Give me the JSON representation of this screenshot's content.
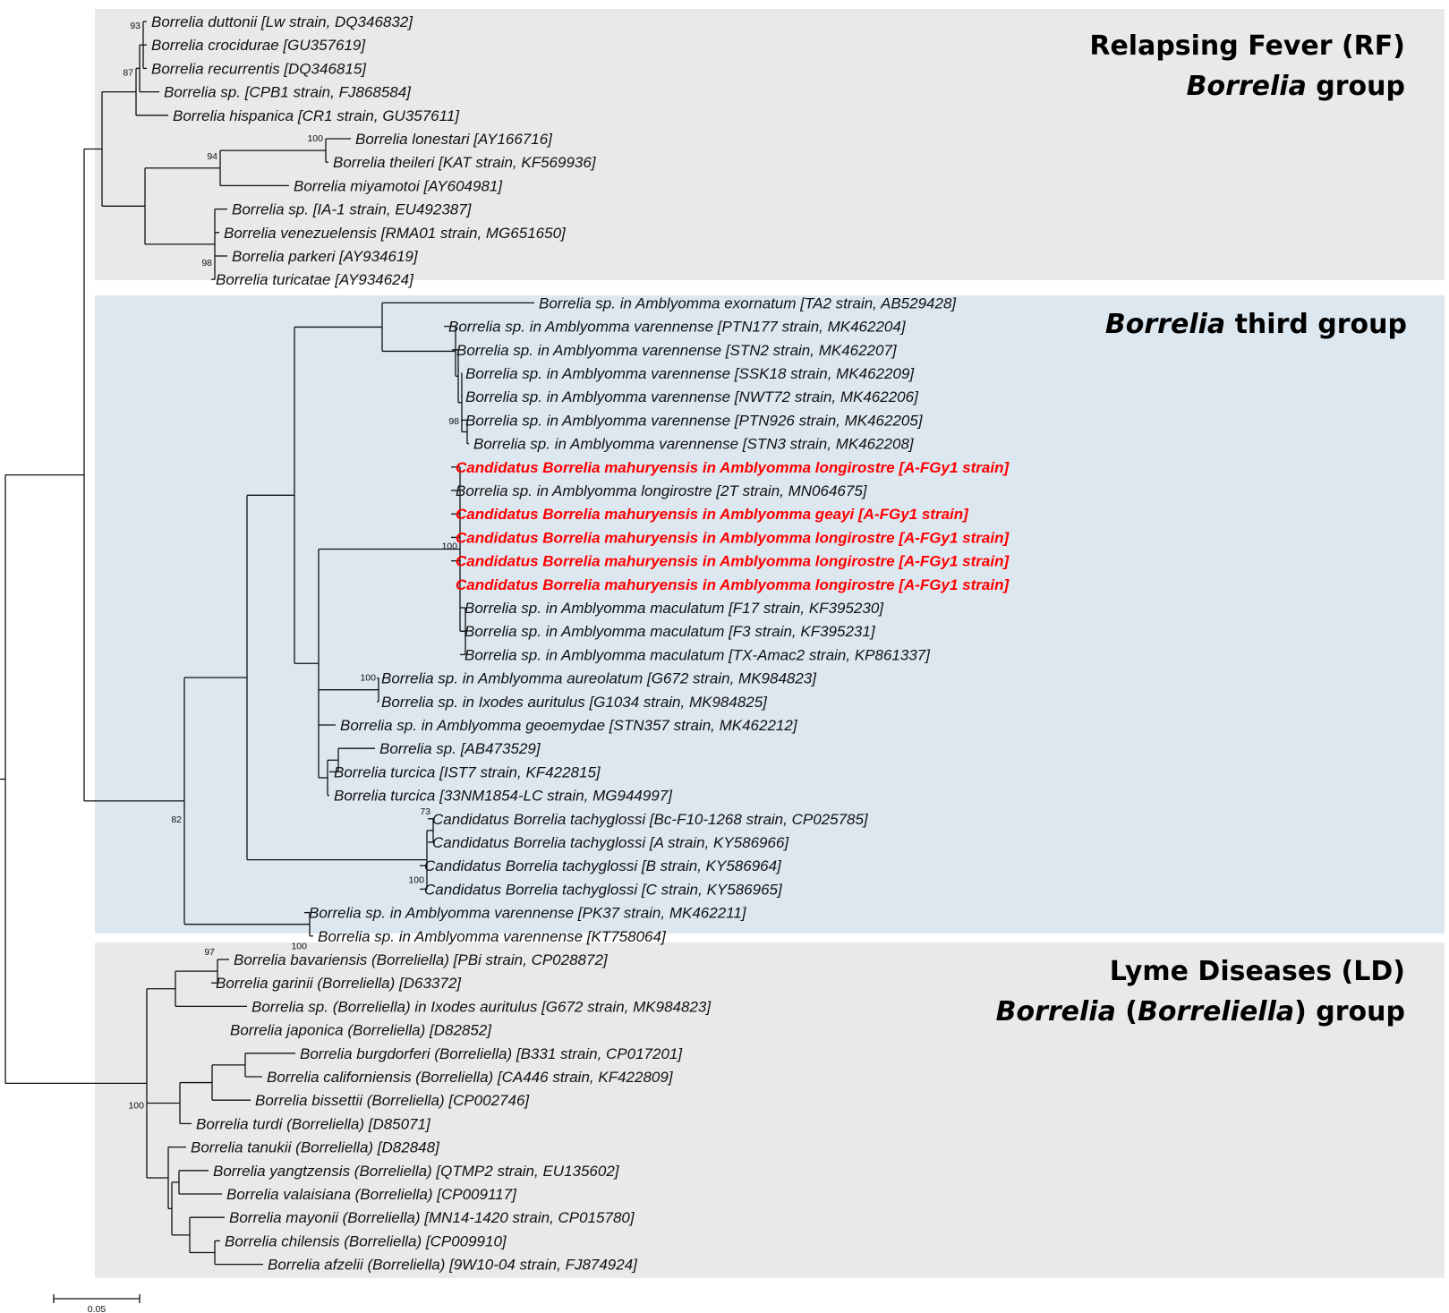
{
  "colors": {
    "highlight": "#ff0000",
    "rf_background": "#e9e9e9",
    "third_background": "#dde7f0",
    "ld_background": "#e9e9e9"
  },
  "groups": {
    "rf": {
      "line1": "Relapsing Fever (RF)",
      "line2_italic": "Borrelia",
      "line2_rest": " group"
    },
    "third": {
      "italic": "Borrelia",
      "rest": " third group"
    },
    "ld": {
      "line1": "Lyme Diseases (LD)",
      "line2_a": "Borrelia",
      "line2_b": " (",
      "line2_c": "Borreliella",
      "line2_d": ") group"
    }
  },
  "taxa": [
    {
      "label": "Borrelia duttonii [Lw strain, DQ346832]"
    },
    {
      "label": "Borrelia crocidurae [GU357619]"
    },
    {
      "label": "Borrelia recurrentis [DQ346815]"
    },
    {
      "label": "Borrelia sp. [CPB1 strain, FJ868584]"
    },
    {
      "label": "Borrelia hispanica [CR1 strain, GU357611]"
    },
    {
      "label": "Borrelia lonestari [AY166716]"
    },
    {
      "label": "Borrelia theileri [KAT strain, KF569936]"
    },
    {
      "label": "Borrelia miyamotoi [AY604981]"
    },
    {
      "label": "Borrelia sp. [IA-1 strain, EU492387]"
    },
    {
      "label": "Borrelia venezuelensis [RMA01 strain, MG651650]"
    },
    {
      "label": "Borrelia parkeri [AY934619]"
    },
    {
      "label": "Borrelia turicatae [AY934624]"
    },
    {
      "label": "Borrelia sp. in Amblyomma exornatum [TA2 strain, AB529428]"
    },
    {
      "label": "Borrelia sp. in Amblyomma varennense [PTN177 strain, MK462204]"
    },
    {
      "label": "Borrelia sp. in Amblyomma varennense [STN2 strain, MK462207]"
    },
    {
      "label": "Borrelia sp. in Amblyomma varennense [SSK18 strain, MK462209]"
    },
    {
      "label": "Borrelia sp. in Amblyomma varennense [NWT72 strain, MK462206]"
    },
    {
      "label": "Borrelia sp. in Amblyomma varennense [PTN926 strain, MK462205]"
    },
    {
      "label": "Borrelia sp. in Amblyomma varennense [STN3 strain, MK462208]"
    },
    {
      "label": "Candidatus Borrelia mahuryensis in Amblyomma longirostre [A-FGy1 strain]",
      "highlight": true
    },
    {
      "label": "Borrelia sp. in Amblyomma longirostre [2T strain, MN064675]"
    },
    {
      "label": "Candidatus Borrelia mahuryensis in Amblyomma geayi [A-FGy1 strain]",
      "highlight": true
    },
    {
      "label": "Candidatus Borrelia mahuryensis in Amblyomma longirostre [A-FGy1 strain]",
      "highlight": true
    },
    {
      "label": "Candidatus Borrelia mahuryensis in Amblyomma longirostre [A-FGy1 strain]",
      "highlight": true
    },
    {
      "label": "Candidatus Borrelia mahuryensis in Amblyomma longirostre [A-FGy1 strain]",
      "highlight": true
    },
    {
      "label": "Borrelia sp. in Amblyomma maculatum [F17 strain, KF395230]"
    },
    {
      "label": "Borrelia sp. in Amblyomma maculatum [F3 strain, KF395231]"
    },
    {
      "label": "Borrelia sp. in Amblyomma maculatum [TX-Amac2 strain, KP861337]"
    },
    {
      "label": "Borrelia sp. in Amblyomma aureolatum [G672 strain, MK984823]"
    },
    {
      "label": "Borrelia sp. in Ixodes auritulus [G1034 strain, MK984825]"
    },
    {
      "label": "Borrelia sp. in Amblyomma geoemydae [STN357 strain, MK462212]"
    },
    {
      "label": "Borrelia sp. [AB473529]"
    },
    {
      "label": "Borrelia turcica [IST7 strain, KF422815]"
    },
    {
      "label": "Borrelia turcica [33NM1854-LC strain, MG944997]"
    },
    {
      "label": "Candidatus Borrelia tachyglossi [Bc-F10-1268 strain, CP025785]",
      "upright": true
    },
    {
      "label": "Candidatus Borrelia tachyglossi [A strain, KY586966]",
      "upright": true
    },
    {
      "label": "Candidatus Borrelia tachyglossi [B strain, KY586964]",
      "upright": true
    },
    {
      "label": "Candidatus Borrelia tachyglossi [C strain, KY586965]",
      "upright": true
    },
    {
      "label": "Borrelia sp. in Amblyomma varennense [PK37 strain, MK462211]"
    },
    {
      "label": "Borrelia sp. in  Amblyomma varennense [KT758064]"
    },
    {
      "label": "Borrelia bavariensis (Borreliella) [PBi strain, CP028872]"
    },
    {
      "label": "Borrelia garinii (Borreliella) [D63372]"
    },
    {
      "label": "Borrelia sp. (Borreliella) in Ixodes auritulus [G672 strain, MK984823]"
    },
    {
      "label": "Borrelia japonica (Borreliella) [D82852]"
    },
    {
      "label": "Borrelia burgdorferi (Borreliella) [B331 strain, CP017201]"
    },
    {
      "label": "Borrelia californiensis (Borreliella) [CA446 strain, KF422809]"
    },
    {
      "label": "Borrelia bissettii (Borreliella) [CP002746]"
    },
    {
      "label": "Borrelia turdi (Borreliella) [D85071]"
    },
    {
      "label": "Borrelia tanukii (Borreliella) [D82848]"
    },
    {
      "label": "Borrelia yangtzensis (Borreliella) [QTMP2 strain, EU135602]"
    },
    {
      "label": "Borrelia valaisiana (Borreliella) [CP009117]"
    },
    {
      "label": "Borrelia mayonii (Borreliella) [MN14-1420 strain, CP015780]"
    },
    {
      "label": "Borrelia chilensis (Borreliella) [CP009910]"
    },
    {
      "label": "Borrelia afzelii (Borreliella) [9W10-04 strain, FJ874924]"
    }
  ],
  "bootstrap": [
    "93",
    "87",
    "100",
    "94",
    "98",
    "98",
    "100",
    "100",
    "82",
    "73",
    "100",
    "100",
    "97",
    "100"
  ],
  "scale_bar": {
    "label": "0.05",
    "value": 0.05
  }
}
